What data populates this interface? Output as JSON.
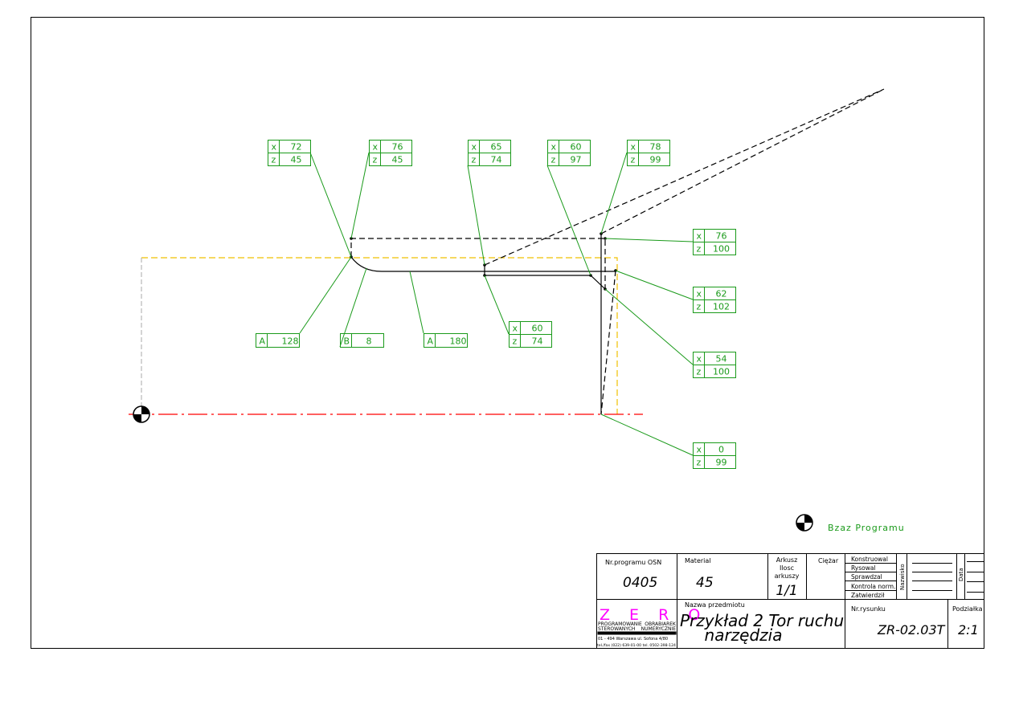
{
  "callouts": [
    {
      "x": "72",
      "z": "45"
    },
    {
      "x": "76",
      "z": "45"
    },
    {
      "x": "65",
      "z": "74"
    },
    {
      "x": "60",
      "z": "97"
    },
    {
      "x": "78",
      "z": "99"
    },
    {
      "x": "76",
      "z": "100"
    },
    {
      "x": "62",
      "z": "102"
    },
    {
      "x": "54",
      "z": "100"
    },
    {
      "x": "0",
      "z": "99"
    },
    {
      "x": "60",
      "z": "74"
    }
  ],
  "axis_labels": {
    "x": "x",
    "z": "z"
  },
  "segments": [
    {
      "type": "A",
      "value": "128"
    },
    {
      "type": "B",
      "value": "8"
    },
    {
      "type": "A",
      "value": "180"
    }
  ],
  "legend": {
    "label": "Bzaz Programu"
  },
  "title_block": {
    "program_label": "Nr.programu OSN",
    "program_value": "0405",
    "material_label": "Material",
    "material_value": "45",
    "sheet_label_1": "Arkusz",
    "sheet_label_2": "Ilosc",
    "sheet_label_3": "arkuszy",
    "sheet_value": "1/1",
    "weight_label": "Ciężar",
    "roles": [
      "Konstruowal",
      "Rysowal",
      "Sprawdzal",
      "Kontrola norm.",
      "Zatwierdził"
    ],
    "surname_label": "Nazwisko",
    "date_label": "Data",
    "company_logo": "Z E R O",
    "company_line1a": "PROGRAMOWANIE",
    "company_line1b": "OBRABIAREK",
    "company_line2a": "STEROWANYCH",
    "company_line2b": "NUMERYCZNIE",
    "company_address": "01 - 494 Warszawa ul. Sofona 4/80",
    "company_phone": "tel./fax (022) 639-01-00 tel. 0502-398-124",
    "item_label": "Nazwa przedmiotu",
    "item_line1": "Przykład 2 Tor ruchu",
    "item_line2": "narzędzia",
    "drawing_no_label": "Nr.rysunku",
    "drawing_no_value": "ZR-02.03T",
    "scale_label": "Podziałka",
    "scale_value": "2:1"
  },
  "colors": {
    "leader": "#1a9a1a",
    "axis": "#ff0000",
    "stock": "#f0c000",
    "logo": "#ff00ff"
  }
}
